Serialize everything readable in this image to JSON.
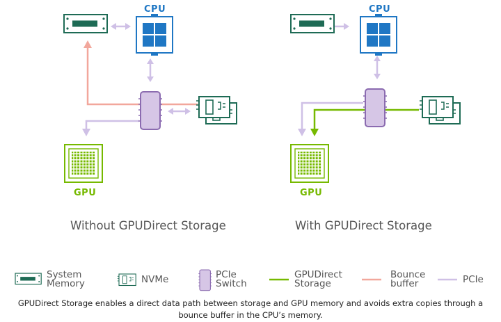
{
  "colors": {
    "system_memory": "#1e6b55",
    "cpu": "#1f77c4",
    "gpu": "#76b900",
    "pcie_switch": "#8b6bb0",
    "pcie_switch_fill": "#d6c6e6",
    "nvme": "#1e6b55",
    "gpudirect_path": "#76b900",
    "bounce_path": "#f2a79c",
    "pcie_path": "#cfc0e6"
  },
  "diagrams": [
    {
      "cpu_label": "CPU",
      "gpu_label": "GPU",
      "caption": "Without GPUDirect Storage"
    },
    {
      "cpu_label": "CPU",
      "gpu_label": "GPU",
      "caption": "With GPUDirect Storage"
    }
  ],
  "legend": {
    "system_memory": {
      "line1": "System",
      "line2": "Memory",
      "icon": "memory-module-icon"
    },
    "nvme": {
      "label": "NVMe",
      "icon": "nvme-drive-icon"
    },
    "pcie_switch": {
      "line1": "PCIe",
      "line2": "Switch",
      "icon": "pcie-switch-icon"
    },
    "gpudirect": {
      "line1": "GPUDirect",
      "line2": "Storage"
    },
    "bounce": {
      "line1": "Bounce",
      "line2": "buffer"
    },
    "pcie": {
      "label": "PCIe"
    }
  },
  "description": {
    "line1": "GPUDirect Storage enables a direct data path between storage and GPU memory and avoids extra copies through a",
    "line2": "bounce buffer in the CPU’s memory."
  }
}
